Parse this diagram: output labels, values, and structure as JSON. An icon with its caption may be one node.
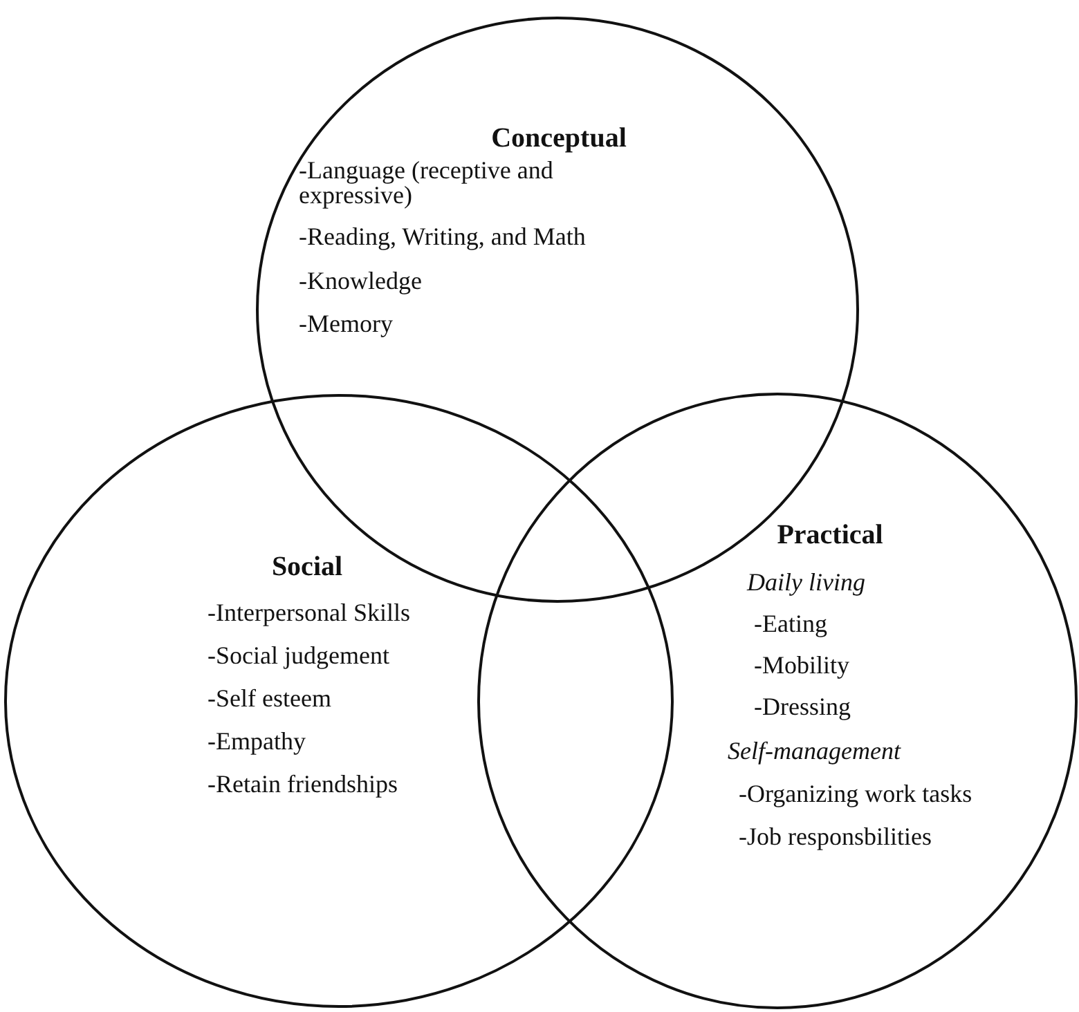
{
  "diagram": {
    "nodes": [
      {
        "text": [
          "Conceptual",
          "-Language (receptive and expressive)",
          "-Reading, Writing, and Math",
          "-Knowledge",
          "-Memory"
        ]
      },
      {
        "text": [
          "Social",
          "-Interpersonal Skills",
          "-Social judgement",
          "-Self esteem",
          "-Empathy",
          "-Retain friendships"
        ]
      },
      {
        "text": [
          "Practical",
          "Daily living",
          "-Eating",
          "-Mobility",
          "-Dressing",
          "Self-management",
          "-Organizing work tasks",
          "-Job responsbilities"
        ]
      }
    ]
  }
}
